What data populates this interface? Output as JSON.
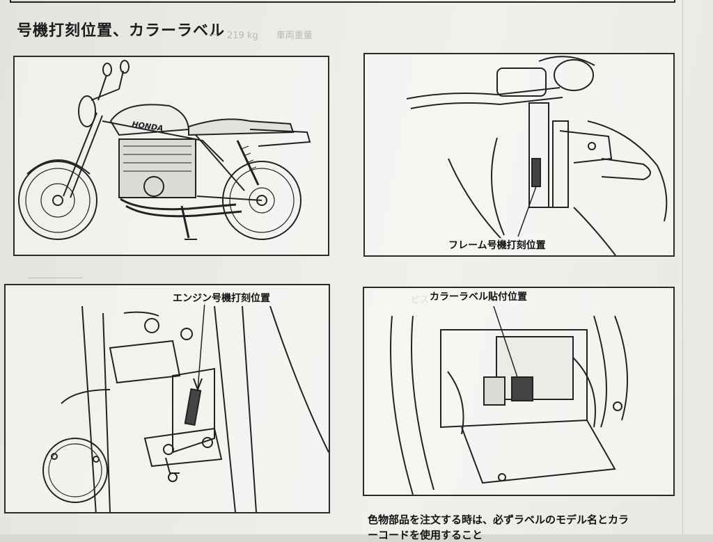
{
  "heading": "号機打刻位置、カラーラベル",
  "callouts": {
    "frame": "フレーム号機打刻位置",
    "engine": "エンジン号機打刻位置",
    "color_label": "カラーラベル貼付位置"
  },
  "motorcycle_brand": "HONDA",
  "note": {
    "line1": "色物部品を注文する時は、必ずラベルのモデル名とカラ",
    "line2": "ーコードを使用すること"
  }
}
